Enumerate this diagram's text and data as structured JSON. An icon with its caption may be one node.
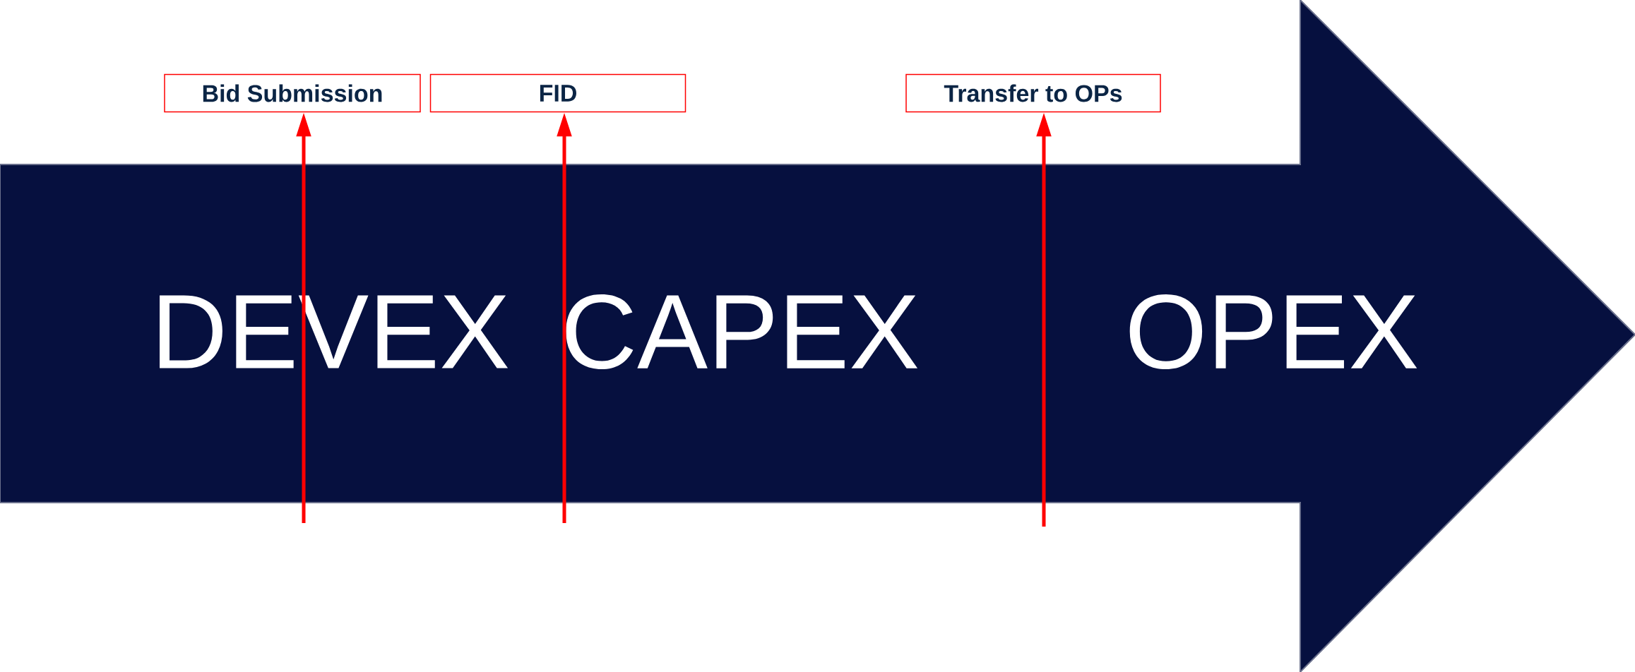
{
  "diagram": {
    "nodes": [
      {
        "text": [
          "DEVEX",
          "CAPEX",
          "OPEX"
        ]
      },
      {
        "text": [
          "Bid Submission"
        ]
      },
      {
        "text": [
          "FID"
        ]
      },
      {
        "text": [
          "Transfer to OPs"
        ]
      }
    ],
    "edges": [
      {
        "from": null,
        "to": 1,
        "arrow": "to"
      },
      {
        "from": null,
        "to": 2,
        "arrow": "to"
      },
      {
        "from": null,
        "to": 3,
        "arrow": "to"
      }
    ]
  }
}
